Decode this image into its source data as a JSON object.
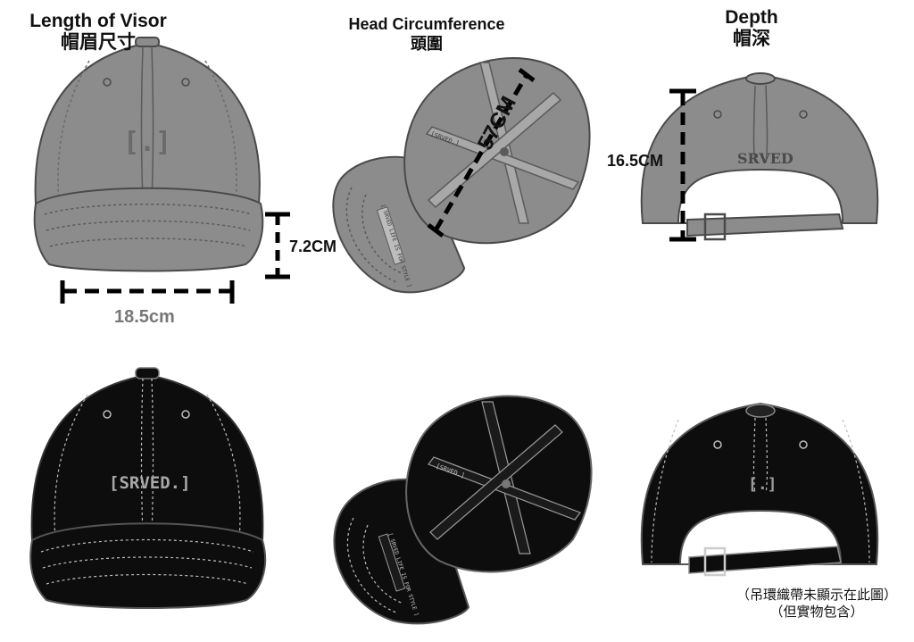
{
  "labels": {
    "visor": {
      "en": "Length of Visor",
      "zh": "帽眉尺寸"
    },
    "circumference": {
      "en": "Head Circumference",
      "zh": "頭圍"
    },
    "depth": {
      "en": "Depth",
      "zh": "帽深"
    }
  },
  "measurements": {
    "visor_length": "18.5cm",
    "visor_depth": "7.2CM",
    "circumference": "57CM",
    "depth": "16.5CM"
  },
  "logos": {
    "front_gray": "[.]",
    "front_black": "[SRVED.]",
    "back_gray": "SRVED",
    "back_black": "[.]",
    "tape": "[SRVED.]",
    "inner_print": "[ SRVED LIFE IS FOR STYLE ]"
  },
  "note": {
    "line1": "（吊環織帶未顯示在此圖）",
    "line2": "（但實物包含）"
  },
  "colors": {
    "gray_cap": "#8c8c8c",
    "gray_dark": "#5a5a5a",
    "black_cap": "#0d0d0d",
    "stitch": "#bdbdbd"
  }
}
